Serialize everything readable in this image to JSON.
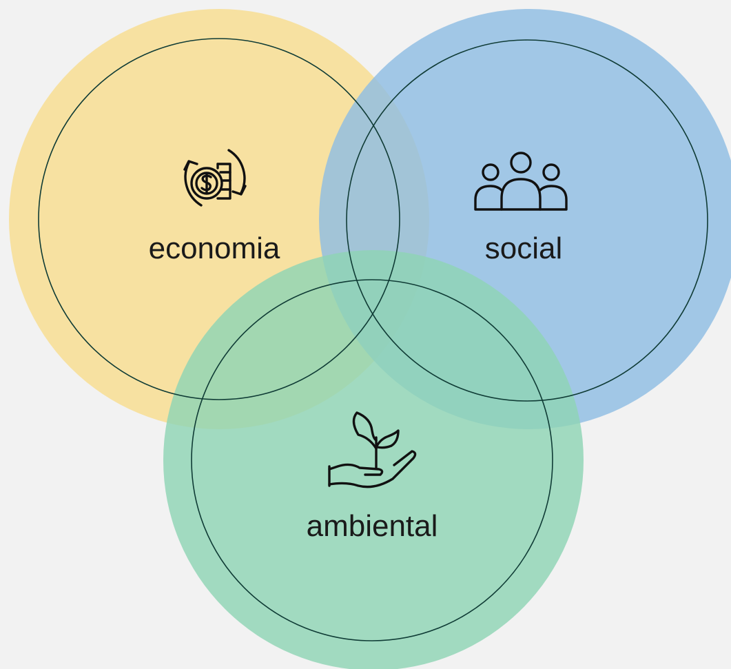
{
  "diagram": {
    "circles": [
      {
        "id": "economia",
        "label": "economia",
        "icon": "money-cycle-icon",
        "color": "#f7de95"
      },
      {
        "id": "social",
        "label": "social",
        "icon": "people-group-icon",
        "color": "#8fbde3"
      },
      {
        "id": "ambiental",
        "label": "ambiental",
        "icon": "plant-in-hand-icon",
        "color": "#8fd4b4"
      }
    ],
    "ring_color": "#0f3b35",
    "background": "#f2f2f2"
  }
}
